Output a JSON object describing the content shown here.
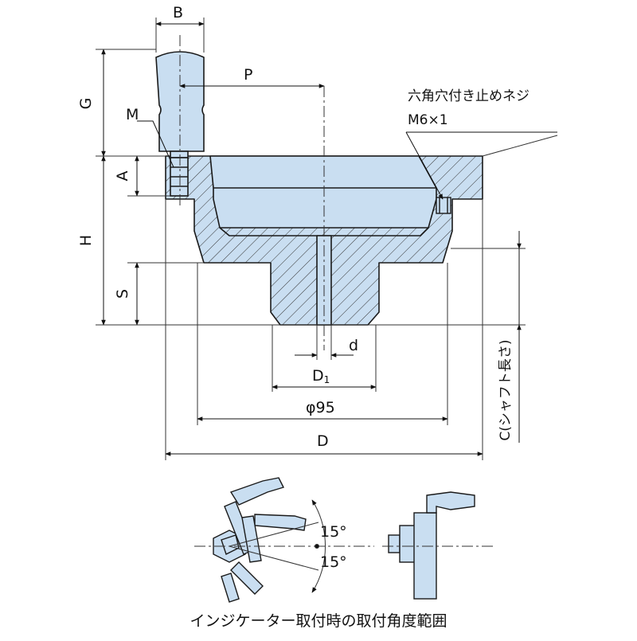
{
  "colors": {
    "fill": "#c9def1",
    "outline": "#1a1a1a",
    "hatch": "#333333"
  },
  "dims": {
    "B": "B",
    "G": "G",
    "M": "M",
    "P": "P",
    "A": "A",
    "H": "H",
    "S": "S",
    "d": "d",
    "D1_main": "D",
    "D1_sub": "1",
    "phi95": "φ95",
    "D": "D",
    "C": "C(シャフト長さ)"
  },
  "notes": {
    "setscrew_line1": "六角穴付き止めネジ",
    "setscrew_line2": "M6×1"
  },
  "inset": {
    "angle_top": "15°",
    "angle_bottom": "15°",
    "caption": "インジケーター取付時の取付角度範囲"
  }
}
